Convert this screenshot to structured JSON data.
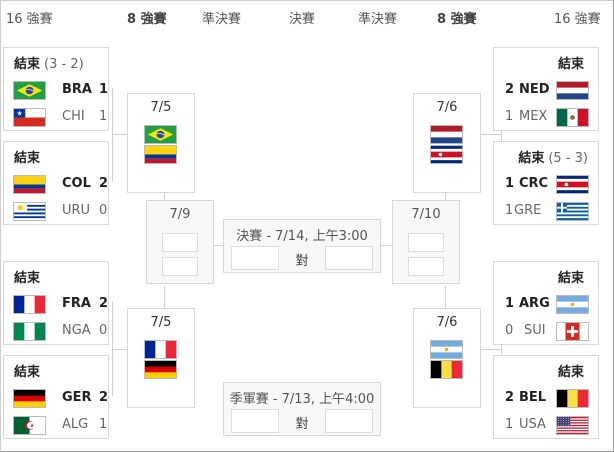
{
  "headers": {
    "r16_left": "16 強賽",
    "qf_left": "8 強賽",
    "sf_left": "準決賽",
    "final": "決賽",
    "sf_right": "準決賽",
    "qf_right": "8 強賽",
    "r16_right": "16 強賽"
  },
  "left_matches": [
    {
      "status": "結束",
      "score_note": "(3 - 2)",
      "team1": {
        "code": "BRA",
        "score": "1",
        "flag": "brazil"
      },
      "team2": {
        "code": "CHI",
        "score": "1",
        "flag": "chile"
      }
    },
    {
      "status": "結束",
      "score_note": "",
      "team1": {
        "code": "COL",
        "score": "2",
        "flag": "colombia"
      },
      "team2": {
        "code": "URU",
        "score": "0",
        "flag": "uruguay"
      }
    },
    {
      "status": "結束",
      "score_note": "",
      "team1": {
        "code": "FRA",
        "score": "2",
        "flag": "france"
      },
      "team2": {
        "code": "NGA",
        "score": "0",
        "flag": "nigeria"
      }
    },
    {
      "status": "結束",
      "score_note": "",
      "team1": {
        "code": "GER",
        "score": "2",
        "flag": "germany"
      },
      "team2": {
        "code": "ALG",
        "score": "1",
        "flag": "algeria"
      }
    }
  ],
  "right_matches": [
    {
      "status": "結束",
      "score_note": "",
      "team1": {
        "code": "NED",
        "score": "2",
        "flag": "netherlands"
      },
      "team2": {
        "code": "MEX",
        "score": "1",
        "flag": "mexico"
      }
    },
    {
      "status": "結束",
      "score_note": "(5 - 3)",
      "team1": {
        "code": "CRC",
        "score": "1",
        "flag": "costa-rica"
      },
      "team2": {
        "code": "GRE",
        "score": "1",
        "flag": "greece"
      }
    },
    {
      "status": "結束",
      "score_note": "",
      "team1": {
        "code": "ARG",
        "score": "1",
        "flag": "argentina"
      },
      "team2": {
        "code": "SUI",
        "score": "0",
        "flag": "switzerland"
      }
    },
    {
      "status": "結束",
      "score_note": "",
      "team1": {
        "code": "BEL",
        "score": "2",
        "flag": "belgium"
      },
      "team2": {
        "code": "USA",
        "score": "1",
        "flag": "usa"
      }
    }
  ],
  "quarterfinals": {
    "left_top": {
      "date": "7/5",
      "flags": [
        "brazil",
        "colombia"
      ]
    },
    "left_bottom": {
      "date": "7/5",
      "flags": [
        "france",
        "germany"
      ]
    },
    "right_top": {
      "date": "7/6",
      "flags": [
        "netherlands",
        "costa-rica"
      ]
    },
    "right_bottom": {
      "date": "7/6",
      "flags": [
        "argentina",
        "belgium"
      ]
    }
  },
  "semifinals": {
    "left": {
      "date": "7/9"
    },
    "right": {
      "date": "7/10"
    }
  },
  "final": {
    "title": "決賽 - 7/14, 上午3:00",
    "vs": "對"
  },
  "third_place": {
    "title": "季軍賽 - 7/13, 上午4:00",
    "vs": "對"
  }
}
